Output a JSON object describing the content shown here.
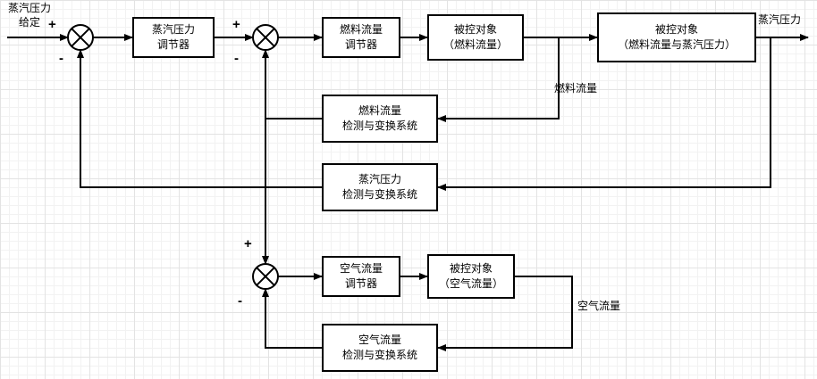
{
  "diagram": {
    "title": "steam-pressure-fuel-air-cascade-control-block-diagram",
    "labels": {
      "input": "蒸汽压力\n给定",
      "output": "蒸汽压力",
      "fuel_flow": "燃料流量",
      "air_flow": "空气流量"
    },
    "blocks": {
      "steam_pressure_regulator": "蒸汽压力\n调节器",
      "fuel_flow_regulator": "燃料流量\n调节器",
      "plant_fuel_flow": "被控对象\n（燃料流量）",
      "plant_fuel_steam": "被控对象\n（燃料流量与蒸汽压力）",
      "fuel_flow_sensor": "燃料流量\n检测与变换系统",
      "steam_pressure_sensor": "蒸汽压力\n检测与变换系统",
      "air_flow_regulator": "空气流量\n调节器",
      "plant_air_flow": "被控对象\n（空气流量）",
      "air_flow_sensor": "空气流量\n检测与变换系统"
    },
    "signs": {
      "plus": "+",
      "minus": "-"
    },
    "colors": {
      "stroke": "#000000",
      "grid_minor": "#f2f2f2",
      "grid_major": "#e3e3e3",
      "block_fill": "#ffffff"
    }
  }
}
